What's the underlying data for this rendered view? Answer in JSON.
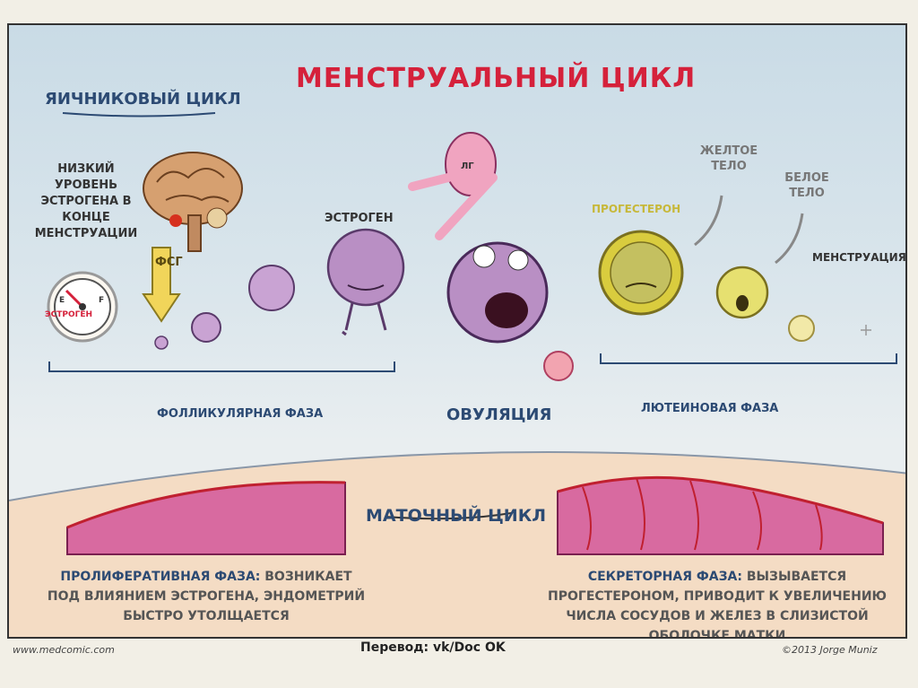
{
  "title": "МЕНСТРУАЛЬНЫЙ ЦИКЛ",
  "ovarian_cycle": "ЯИЧНИКОВЫЙ ЦИКЛ",
  "low_estrogen": "НИЗКИЙ УРОВЕНЬ ЭСТРОГЕНА В КОНЦЕ МЕНСТРУАЦИИ",
  "gauge_label": "ЭСТРОГЕН",
  "gauge_e": "E",
  "gauge_f": "F",
  "fsh": "ФСГ",
  "estrogen": "ЭСТРОГЕН",
  "lh": "ЛГ",
  "progesterone": "ПРОГЕСТЕРОН",
  "corpus_luteum": "ЖЕЛТОЕ ТЕЛО",
  "corpus_albicans": "БЕЛОЕ ТЕЛО",
  "menstruation": "МЕНСТРУАЦИЯ",
  "follicular_phase": "ФОЛЛИКУЛЯРНАЯ ФАЗА",
  "ovulation": "ОВУЛЯЦИЯ",
  "luteal_phase": "ЛЮТЕИНОВАЯ ФАЗА",
  "uterine_cycle": "МАТОЧНЫЙ ЦИКЛ",
  "proliferative": {
    "label": "ПРОЛИФЕРАТИВНАЯ ФАЗА:",
    "text": "ВОЗНИКАЕТ ПОД ВЛИЯНИЕМ ЭСТРОГЕНА, ЭНДОМЕТРИЙ БЫСТРО УТОЛЩАЕТСЯ"
  },
  "secretory": {
    "label": "СЕКРЕТОРНАЯ ФАЗА:",
    "text": "ВЫЗЫВАЕТСЯ ПРОГЕСТЕРОНОМ, ПРИВОДИТ К УВЕЛИЧЕНИЮ ЧИСЛА СОСУДОВ И ЖЕЛЕЗ В СЛИЗИСТОЙ ОБОЛОЧКЕ МАТКИ"
  },
  "footer": {
    "site": "www.medcomic.com",
    "translation": "Перевод: vk/Doc OK",
    "copyright": "©2013 Jorge Muniz"
  },
  "colors": {
    "title": "#d5213b",
    "heading": "#2c4a73",
    "follicle": "#b98fc4",
    "corpus": "#e0d24a",
    "endometrium": "#d86aa0"
  }
}
